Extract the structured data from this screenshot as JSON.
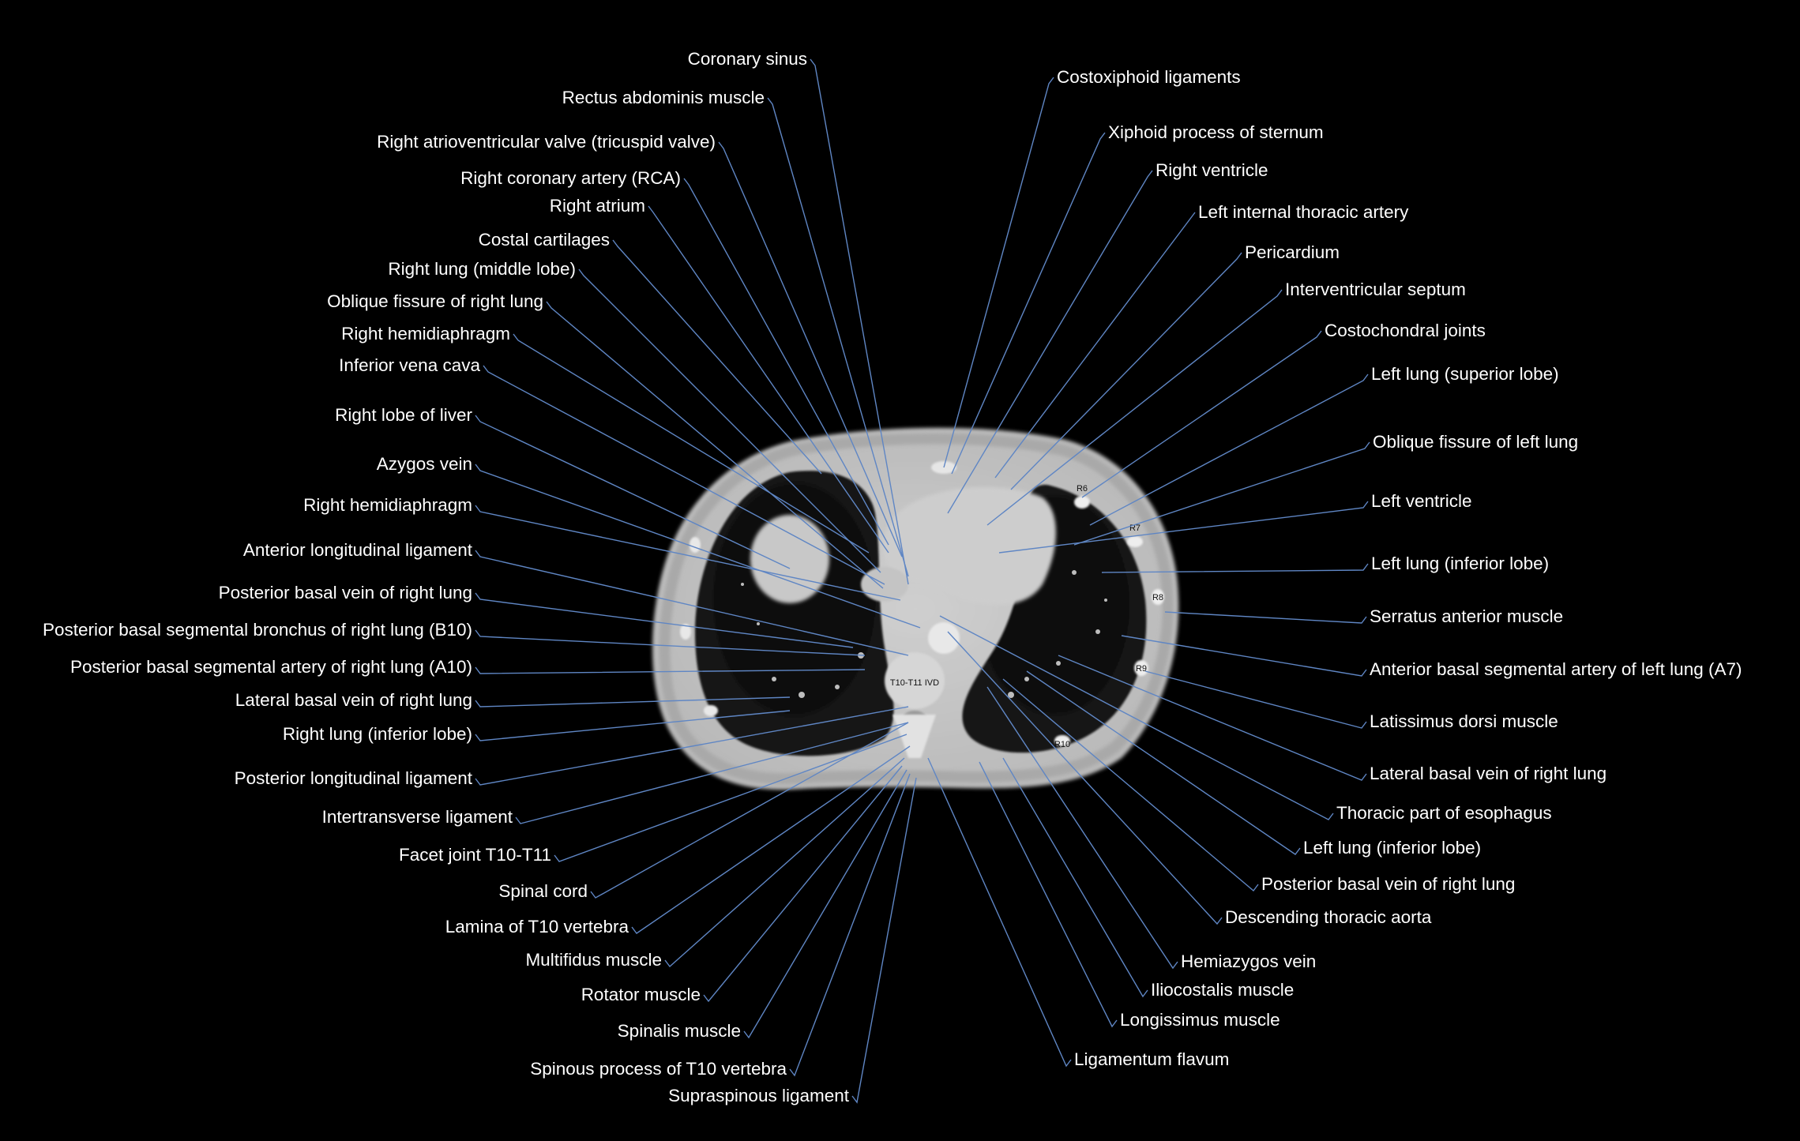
{
  "figure": {
    "rib_labels": [
      "R6",
      "R7",
      "R8",
      "R9",
      "R10"
    ],
    "level_label": "T10-T11 IVD"
  },
  "labels": {
    "left": [
      "Coronary sinus",
      "Rectus abdominis muscle",
      "Right atrioventricular valve (tricuspid valve)",
      "Right coronary artery (RCA)",
      "Right atrium",
      "Costal cartilages",
      "Right lung (middle lobe)",
      "Oblique fissure of right lung",
      "Right hemidiaphragm",
      "Inferior vena cava",
      "Right lobe of liver",
      "Azygos vein",
      "Right hemidiaphragm",
      "Anterior longitudinal ligament",
      "Posterior basal vein of right lung",
      "Posterior basal segmental bronchus of right lung (B10)",
      "Posterior basal segmental artery of right lung (A10)",
      "Lateral basal vein of right lung",
      "Right lung (inferior lobe)",
      "Posterior longitudinal ligament",
      "Intertransverse ligament",
      "Facet joint T10-T11",
      "Spinal cord",
      "Lamina of T10 vertebra",
      "Multifidus muscle",
      "Rotator muscle",
      "Spinalis muscle",
      "Spinous process of T10 vertebra",
      "Supraspinous ligament"
    ],
    "right": [
      "Costoxiphoid ligaments",
      "Xiphoid process of sternum",
      "Right ventricle",
      "Left internal thoracic artery",
      "Pericardium",
      "Interventricular septum",
      "Costochondral joints",
      "Left lung (superior lobe)",
      "Oblique fissure of left lung",
      "Left ventricle",
      "Left lung (inferior lobe)",
      "Serratus anterior muscle",
      "Anterior basal segmental artery of left lung (A7)",
      "Latissimus dorsi muscle",
      "Lateral basal vein of right lung",
      "Thoracic part of esophagus",
      "Left lung (inferior lobe)",
      "Posterior basal vein of right lung",
      "Descending thoracic aorta",
      "Hemiazygos vein",
      "Iliocostalis muscle",
      "Longissimus muscle",
      "Ligamentum flavum"
    ]
  },
  "colors": {
    "background": "#000000",
    "label_text": "#ffffff",
    "leader_line": "#5f86c4"
  }
}
